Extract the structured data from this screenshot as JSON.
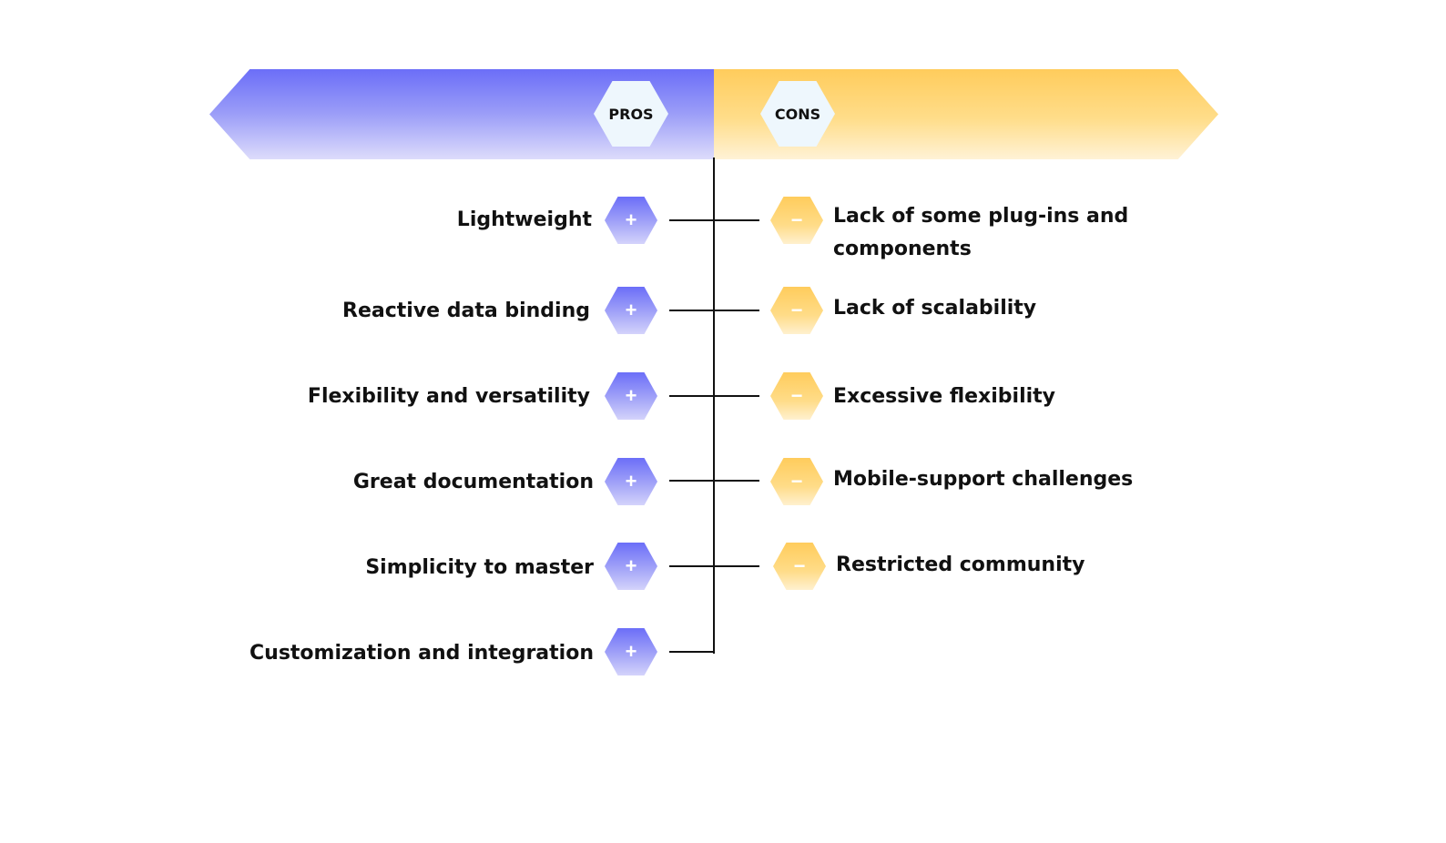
{
  "header": {
    "pros_label": "PROS",
    "cons_label": "CONS"
  },
  "pros": [
    {
      "label": "Lightweight"
    },
    {
      "label": "Reactive data binding"
    },
    {
      "label": "Flexibility and versatility"
    },
    {
      "label": "Great documentation"
    },
    {
      "label": "Simplicity to master"
    },
    {
      "label": "Customization and integration"
    }
  ],
  "cons": [
    {
      "label": "Lack of some plug-ins and components"
    },
    {
      "label": "Lack of scalability"
    },
    {
      "label": "Excessive flexibility"
    },
    {
      "label": "Mobile-support challenges"
    },
    {
      "label": "Restricted community"
    }
  ],
  "icons": {
    "plus": "+",
    "minus": "−"
  },
  "colors": {
    "pros_accent": "#6b6ef8",
    "cons_accent": "#ffcc5c",
    "tag_background": "#eef7fd",
    "line": "#111111"
  }
}
